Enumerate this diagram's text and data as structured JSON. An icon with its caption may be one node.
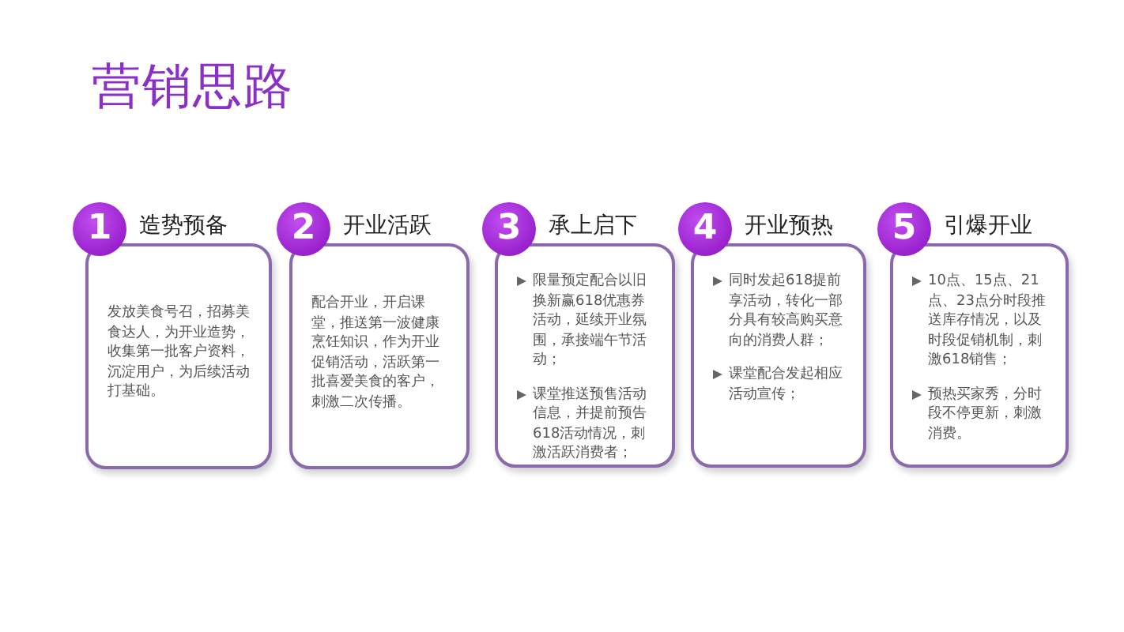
{
  "diagram": {
    "title": "营销思路",
    "nodes": [
      {
        "text": [
          "1"
        ]
      },
      {
        "text": [
          "造势预备",
          "发放美食号召，招募美食达人，为开业造势，收集第一批客户资料，沉淀用户，为后续活动打基础。"
        ]
      },
      {
        "text": [
          "2"
        ]
      },
      {
        "text": [
          "开业活跃",
          "配合开业，开启课堂，推送第一波健康烹饪知识，作为开业促销活动，活跃第一批喜爱美食的客户，刺激二次传播。"
        ]
      },
      {
        "text": [
          "3"
        ]
      },
      {
        "text": [
          "承上启下",
          "限量预定配合以旧换新赢618优惠券活动，延续开业氛围，承接端午节活动；",
          "课堂推送预售活动信息，并提前预告618活动情况，刺激活跃消费者；"
        ]
      },
      {
        "text": [
          "4"
        ]
      },
      {
        "text": [
          "开业预热",
          "同时发起618提前享活动，转化一部分具有较高购买意向的消费人群；",
          "课堂配合发起相应活动宣传；"
        ]
      },
      {
        "text": [
          "5"
        ]
      },
      {
        "text": [
          "引爆开业",
          "10点、15点、21点、23点分时段推送库存情况，以及时段促销机制，刺激618销售；",
          "预热买家秀，分时段不停更新，刺激消费。"
        ]
      }
    ]
  }
}
